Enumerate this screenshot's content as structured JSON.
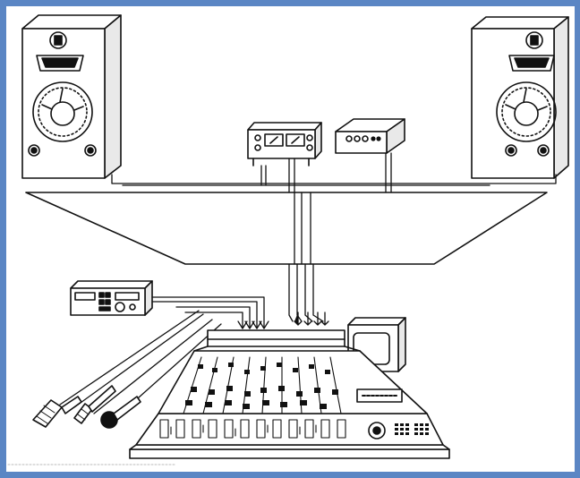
{
  "figure": {
    "border_color": "#5b86c4",
    "background": "#ffffff",
    "ink": "#111111"
  },
  "components": [
    {
      "name": "left-studio-monitor",
      "icon": "speaker-icon"
    },
    {
      "name": "right-studio-monitor",
      "icon": "speaker-icon"
    },
    {
      "name": "power-amplifier",
      "icon": "amplifier-icon"
    },
    {
      "name": "signal-processor",
      "icon": "processor-icon"
    },
    {
      "name": "tape-recorder",
      "icon": "recorder-icon"
    },
    {
      "name": "video-monitor",
      "icon": "monitor-icon"
    },
    {
      "name": "microphones",
      "icon": "microphone-icon"
    },
    {
      "name": "mixing-console",
      "icon": "mixer-icon"
    }
  ]
}
